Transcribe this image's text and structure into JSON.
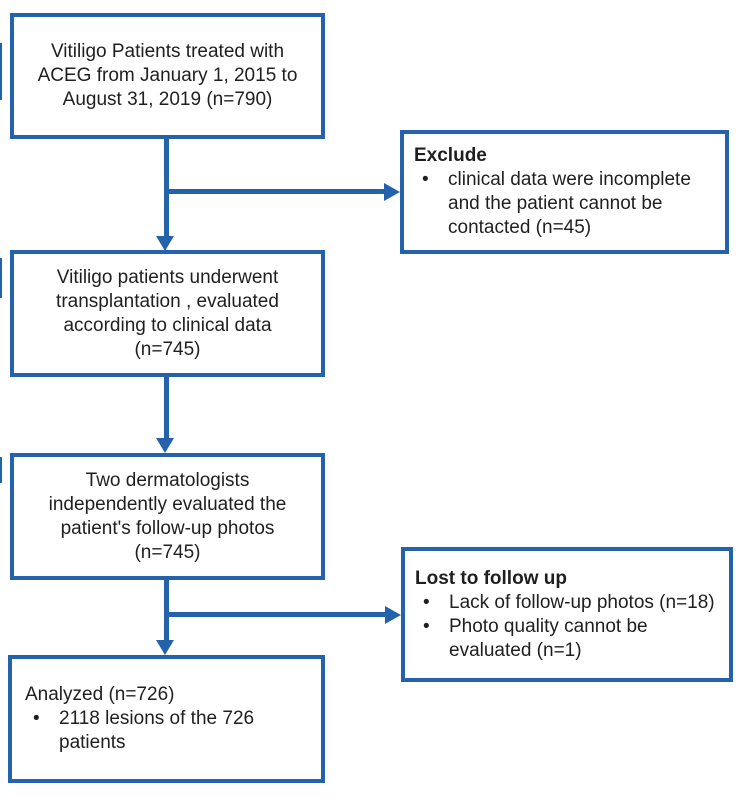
{
  "colors": {
    "accent": "#2463ab",
    "text": "#1f1f1f",
    "background": "#ffffff"
  },
  "flow": {
    "bullet_char": "•",
    "box_initial": {
      "lines": [
        "Vitiligo Patients treated with",
        "ACEG from January 1, 2015 to",
        "August 31, 2019 (n=790)"
      ]
    },
    "box_exclude": {
      "title": "Exclude",
      "bullets": [
        "clinical data were incomplete and the patient cannot be contacted (n=45)"
      ]
    },
    "box_transplant": {
      "lines": [
        "Vitiligo patients underwent",
        "transplantation , evaluated",
        "according to clinical data",
        "(n=745)"
      ]
    },
    "box_dermatologists": {
      "lines": [
        "Two dermatologists",
        "independently evaluated the",
        "patient's follow-up photos",
        "(n=745)"
      ]
    },
    "box_lost": {
      "title": "Lost to follow up",
      "bullets": [
        "Lack of follow-up photos (n=18)",
        "Photo quality cannot be evaluated (n=1)"
      ]
    },
    "box_analyzed": {
      "title": "Analyzed (n=726)",
      "bullets": [
        "2118 lesions of the 726 patients"
      ]
    }
  }
}
